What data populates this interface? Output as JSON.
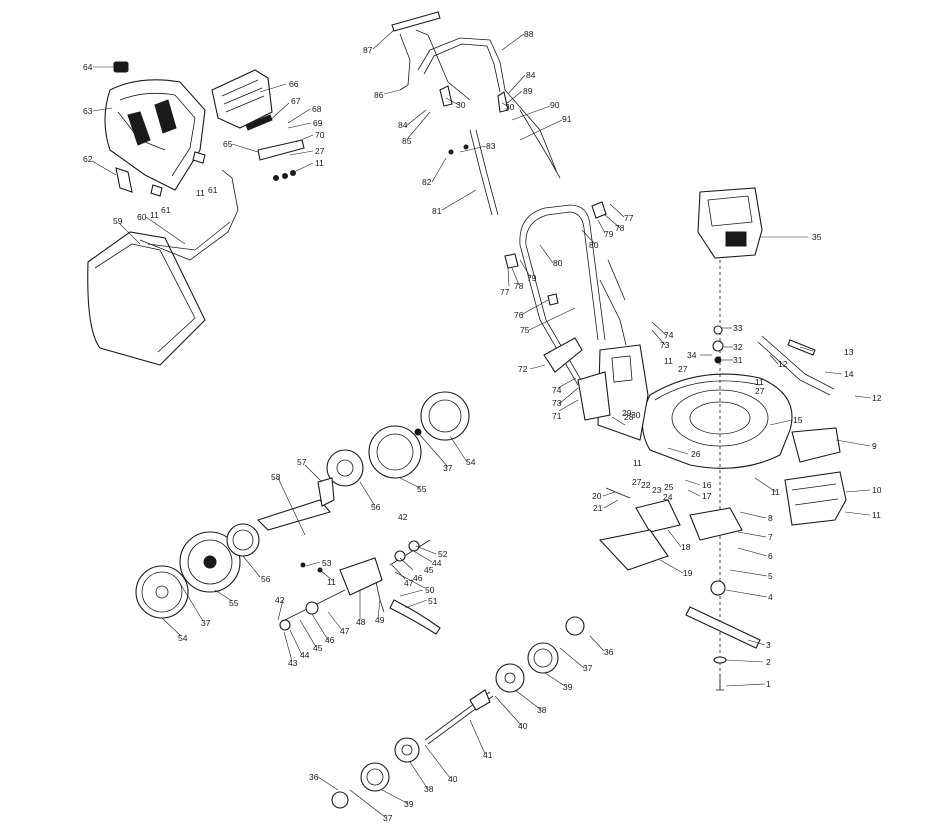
{
  "diagram": {
    "type": "exploded-parts-diagram",
    "callouts": [
      "1",
      "2",
      "3",
      "4",
      "5",
      "6",
      "7",
      "8",
      "9",
      "10",
      "11",
      "12",
      "13",
      "14",
      "15",
      "16",
      "17",
      "18",
      "19",
      "20",
      "21",
      "22",
      "23",
      "24",
      "25",
      "26",
      "27",
      "28",
      "29",
      "30",
      "31",
      "32",
      "33",
      "34",
      "35",
      "36",
      "37",
      "38",
      "39",
      "40",
      "41",
      "42",
      "43",
      "44",
      "45",
      "46",
      "47",
      "48",
      "49",
      "50",
      "51",
      "52",
      "53",
      "54",
      "55",
      "56",
      "57",
      "58",
      "59",
      "60",
      "61",
      "62",
      "63",
      "64",
      "65",
      "66",
      "67",
      "68",
      "69",
      "70",
      "71",
      "72",
      "73",
      "74",
      "75",
      "76",
      "77",
      "78",
      "79",
      "80",
      "81",
      "82",
      "83",
      "84",
      "85",
      "86",
      "87",
      "88",
      "89",
      "90",
      "91"
    ]
  }
}
